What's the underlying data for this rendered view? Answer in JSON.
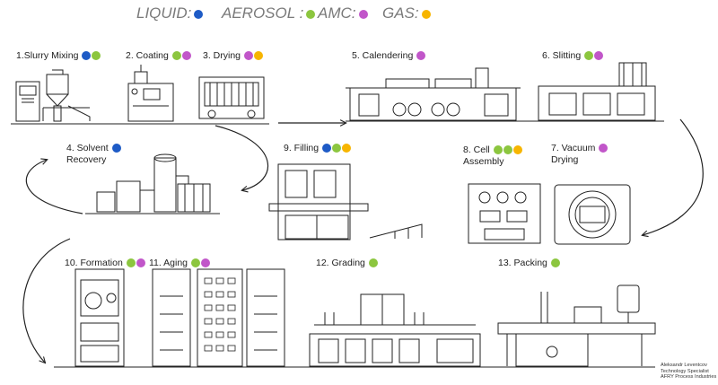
{
  "legend": [
    {
      "label": "LIQUID:",
      "color": "#1e5bc6",
      "name": "liquid"
    },
    {
      "label": "AEROSOL :",
      "color": "#8cc63f",
      "name": "aerosol"
    },
    {
      "label": "AMC:",
      "color": "#c156c9",
      "name": "amc"
    },
    {
      "label": "GAS:",
      "color": "#f7b500",
      "name": "gas"
    }
  ],
  "steps": [
    {
      "id": "s1",
      "label": "1.Slurry Mixing",
      "dots": [
        "liquid",
        "aerosol"
      ]
    },
    {
      "id": "s2",
      "label": "2. Coating",
      "dots": [
        "aerosol",
        "amc"
      ]
    },
    {
      "id": "s3",
      "label": "3. Drying",
      "dots": [
        "amc",
        "gas"
      ]
    },
    {
      "id": "s5",
      "label": "5. Calendering",
      "dots": [
        "amc"
      ]
    },
    {
      "id": "s6",
      "label": "6. Slitting",
      "dots": [
        "aerosol",
        "amc"
      ]
    },
    {
      "id": "s4",
      "label": "4. Solvent",
      "label2": "Recovery",
      "dots": [
        "liquid"
      ]
    },
    {
      "id": "s9",
      "label": "9. Filling",
      "dots": [
        "liquid",
        "aerosol",
        "gas"
      ]
    },
    {
      "id": "s8",
      "label": "8. Cell",
      "label2": "Assembly",
      "dots": [
        "aerosol",
        "aerosol",
        "gas"
      ]
    },
    {
      "id": "s7",
      "label": "7. Vacuum",
      "label2": "Drying",
      "dots": [
        "amc"
      ]
    },
    {
      "id": "s10",
      "label": "10. Formation",
      "dots": [
        "aerosol",
        "amc"
      ]
    },
    {
      "id": "s11",
      "label": "11. Aging",
      "dots": [
        "aerosol",
        "amc"
      ]
    },
    {
      "id": "s12",
      "label": "12. Grading",
      "dots": [
        "aerosol"
      ]
    },
    {
      "id": "s13",
      "label": "13. Packing",
      "dots": [
        "aerosol"
      ]
    }
  ],
  "credit": {
    "line1": "Aleksandr Leventcov",
    "line2": "Technology Specialist",
    "line3": "AFRY Process Industries"
  }
}
